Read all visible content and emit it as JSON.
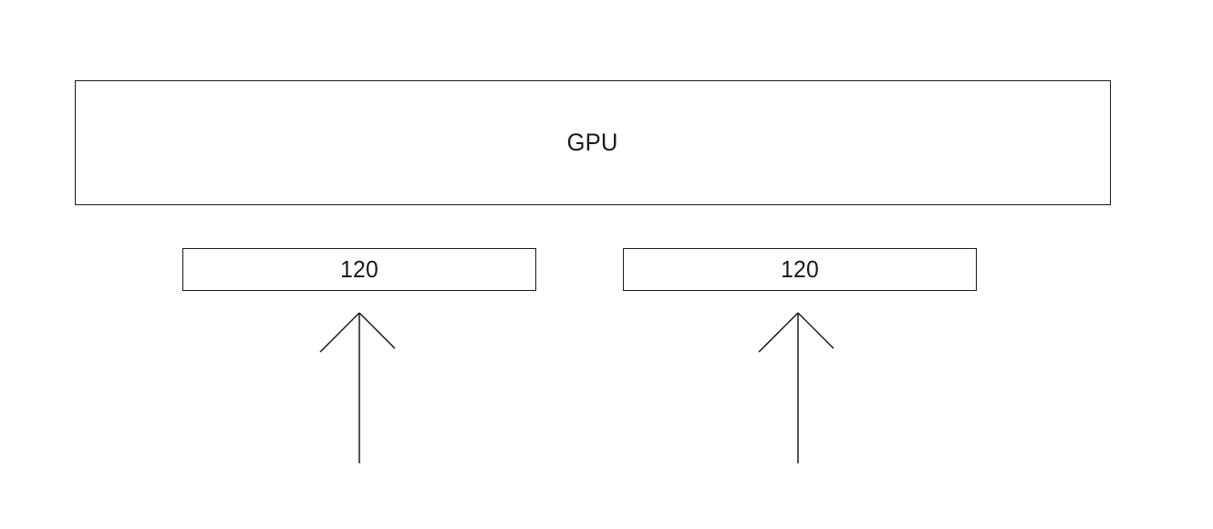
{
  "diagram": {
    "gpu_box": {
      "label": "GPU"
    },
    "value_boxes": [
      {
        "label": "120"
      },
      {
        "label": "120"
      }
    ],
    "arrows": [
      {
        "direction": "up",
        "target": "left value box"
      },
      {
        "direction": "up",
        "target": "right value box"
      }
    ]
  },
  "colors": {
    "line": "#1a1a1a",
    "background": "#ffffff"
  }
}
